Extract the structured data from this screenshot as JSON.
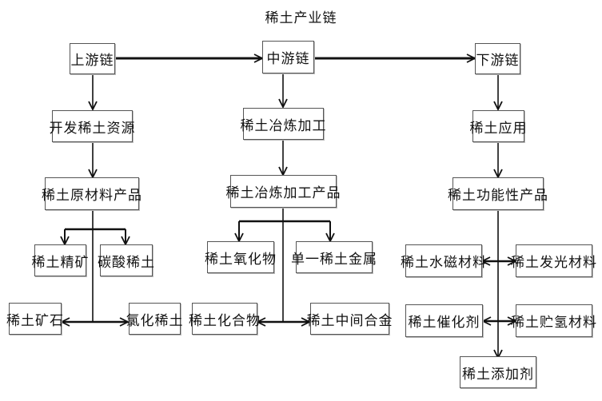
{
  "title": "稀土产业链",
  "nodes": {
    "upstream": "上游链",
    "midstream": "中游链",
    "downstream": "下游链",
    "develop_resources": "开发稀土资源",
    "smelting": "稀土冶炼加工",
    "application": "稀土应用",
    "raw_products": "稀土原材料产品",
    "smelting_products": "稀土冶炼加工产品",
    "functional_products": "稀土功能性产品",
    "concentrate": "稀土精矿",
    "carbonate": "碳酸稀土",
    "ore": "稀土矿石",
    "chloride": "氯化稀土",
    "oxide": "稀土氧化物",
    "single_metal": "单一稀土金属",
    "compound": "稀土化合物",
    "intermediate_alloy": "稀土中间合金",
    "magnetic_material": "稀土水磁材料",
    "luminescent_material": "稀土发光材料",
    "catalyst": "稀土催化剂",
    "hydrogen_storage": "稀土贮氢材料",
    "additive": "稀土添加剂"
  }
}
